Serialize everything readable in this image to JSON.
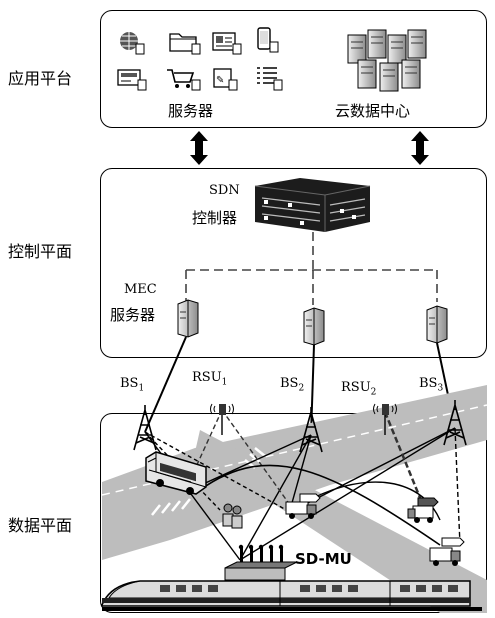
{
  "layers": {
    "application": "应用平台",
    "control": "控制平面",
    "data": "数据平面"
  },
  "application_platform": {
    "server_label": "服务器",
    "datacenter_label": "云数据中心"
  },
  "control_plane": {
    "sdn_line1": "SDN",
    "sdn_line2": "控制器",
    "mec_line1": "MEC",
    "mec_line2": "服务器"
  },
  "data_plane": {
    "bs1": "BS",
    "bs1_sub": "1",
    "rsu1": "RSU",
    "rsu1_sub": "1",
    "bs2": "BS",
    "bs2_sub": "2",
    "rsu2": "RSU",
    "rsu2_sub": "2",
    "bs3": "BS",
    "bs3_sub": "3",
    "sd_mu": "SD-MU"
  }
}
